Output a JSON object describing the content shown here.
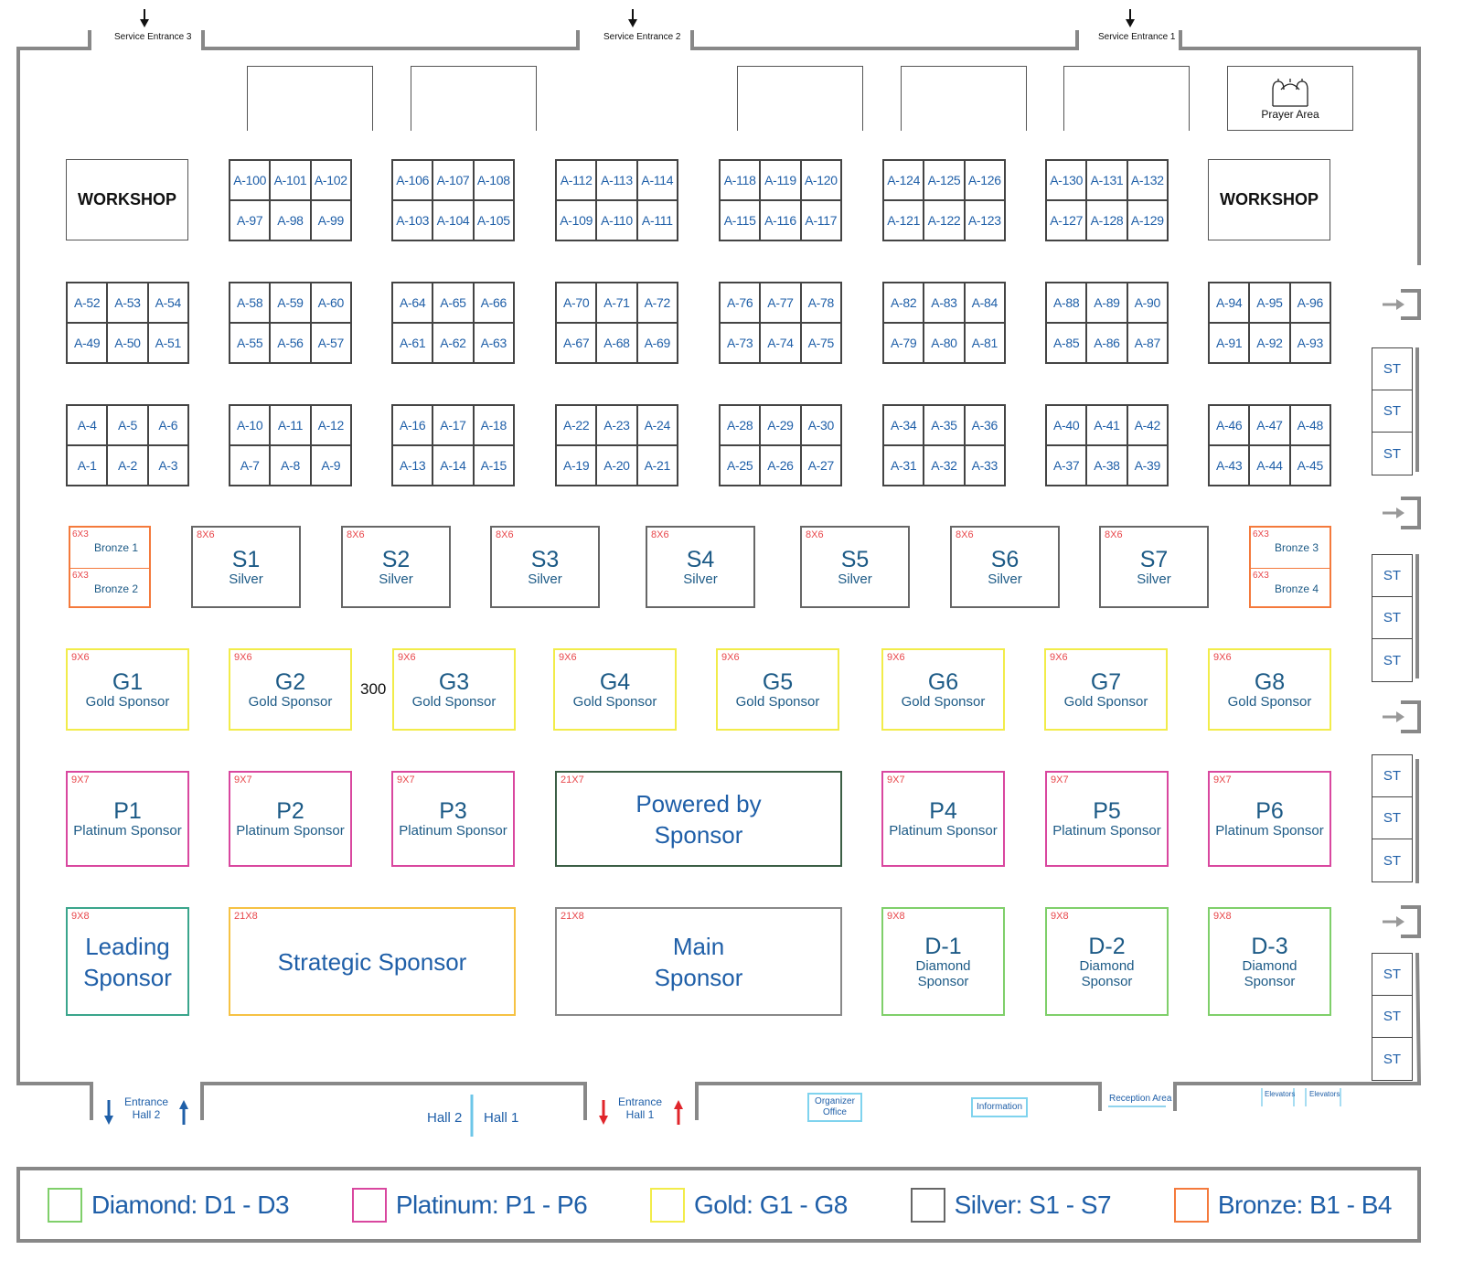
{
  "service_entrances": [
    "Service Entrance 3",
    "Service Entrance 2",
    "Service Entrance 1"
  ],
  "prayer_area": "Prayer Area",
  "workshop_label": "WORKSHOP",
  "booth_rows": [
    [
      null,
      [
        [
          "A-100",
          "A-101",
          "A-102"
        ],
        [
          "A-97",
          "A-98",
          "A-99"
        ]
      ],
      [
        [
          "A-106",
          "A-107",
          "A-108"
        ],
        [
          "A-103",
          "A-104",
          "A-105"
        ]
      ],
      [
        [
          "A-112",
          "A-113",
          "A-114"
        ],
        [
          "A-109",
          "A-110",
          "A-111"
        ]
      ],
      [
        [
          "A-118",
          "A-119",
          "A-120"
        ],
        [
          "A-115",
          "A-116",
          "A-117"
        ]
      ],
      [
        [
          "A-124",
          "A-125",
          "A-126"
        ],
        [
          "A-121",
          "A-122",
          "A-123"
        ]
      ],
      [
        [
          "A-130",
          "A-131",
          "A-132"
        ],
        [
          "A-127",
          "A-128",
          "A-129"
        ]
      ],
      null
    ],
    [
      [
        [
          "A-52",
          "A-53",
          "A-54"
        ],
        [
          "A-49",
          "A-50",
          "A-51"
        ]
      ],
      [
        [
          "A-58",
          "A-59",
          "A-60"
        ],
        [
          "A-55",
          "A-56",
          "A-57"
        ]
      ],
      [
        [
          "A-64",
          "A-65",
          "A-66"
        ],
        [
          "A-61",
          "A-62",
          "A-63"
        ]
      ],
      [
        [
          "A-70",
          "A-71",
          "A-72"
        ],
        [
          "A-67",
          "A-68",
          "A-69"
        ]
      ],
      [
        [
          "A-76",
          "A-77",
          "A-78"
        ],
        [
          "A-73",
          "A-74",
          "A-75"
        ]
      ],
      [
        [
          "A-82",
          "A-83",
          "A-84"
        ],
        [
          "A-79",
          "A-80",
          "A-81"
        ]
      ],
      [
        [
          "A-88",
          "A-89",
          "A-90"
        ],
        [
          "A-85",
          "A-86",
          "A-87"
        ]
      ],
      [
        [
          "A-94",
          "A-95",
          "A-96"
        ],
        [
          "A-91",
          "A-92",
          "A-93"
        ]
      ]
    ],
    [
      [
        [
          "A-4",
          "A-5",
          "A-6"
        ],
        [
          "A-1",
          "A-2",
          "A-3"
        ]
      ],
      [
        [
          "A-10",
          "A-11",
          "A-12"
        ],
        [
          "A-7",
          "A-8",
          "A-9"
        ]
      ],
      [
        [
          "A-16",
          "A-17",
          "A-18"
        ],
        [
          "A-13",
          "A-14",
          "A-15"
        ]
      ],
      [
        [
          "A-22",
          "A-23",
          "A-24"
        ],
        [
          "A-19",
          "A-20",
          "A-21"
        ]
      ],
      [
        [
          "A-28",
          "A-29",
          "A-30"
        ],
        [
          "A-25",
          "A-26",
          "A-27"
        ]
      ],
      [
        [
          "A-34",
          "A-35",
          "A-36"
        ],
        [
          "A-31",
          "A-32",
          "A-33"
        ]
      ],
      [
        [
          "A-40",
          "A-41",
          "A-42"
        ],
        [
          "A-37",
          "A-38",
          "A-39"
        ]
      ],
      [
        [
          "A-46",
          "A-47",
          "A-48"
        ],
        [
          "A-43",
          "A-44",
          "A-45"
        ]
      ]
    ]
  ],
  "bronze": [
    {
      "size": "6X3",
      "name": "Bronze 1"
    },
    {
      "size": "6X3",
      "name": "Bronze 2"
    },
    {
      "size": "6X3",
      "name": "Bronze 3"
    },
    {
      "size": "6X3",
      "name": "Bronze 4"
    }
  ],
  "silver": [
    {
      "size": "8X6",
      "code": "S1",
      "tier": "Silver"
    },
    {
      "size": "8X6",
      "code": "S2",
      "tier": "Silver"
    },
    {
      "size": "8X6",
      "code": "S3",
      "tier": "Silver"
    },
    {
      "size": "8X6",
      "code": "S4",
      "tier": "Silver"
    },
    {
      "size": "8X6",
      "code": "S5",
      "tier": "Silver"
    },
    {
      "size": "8X6",
      "code": "S6",
      "tier": "Silver"
    },
    {
      "size": "8X6",
      "code": "S7",
      "tier": "Silver"
    }
  ],
  "gold": [
    {
      "size": "9X6",
      "code": "G1",
      "tier": "Gold Sponsor"
    },
    {
      "size": "9X6",
      "code": "G2",
      "tier": "Gold Sponsor"
    },
    {
      "size": "9X6",
      "code": "G3",
      "tier": "Gold Sponsor"
    },
    {
      "size": "9X6",
      "code": "G4",
      "tier": "Gold Sponsor"
    },
    {
      "size": "9X6",
      "code": "G5",
      "tier": "Gold Sponsor"
    },
    {
      "size": "9X6",
      "code": "G6",
      "tier": "Gold Sponsor"
    },
    {
      "size": "9X6",
      "code": "G7",
      "tier": "Gold Sponsor"
    },
    {
      "size": "9X6",
      "code": "G8",
      "tier": "Gold Sponsor"
    }
  ],
  "gap_label": "300",
  "platinum": [
    {
      "size": "9X7",
      "code": "P1",
      "tier": "Platinum Sponsor"
    },
    {
      "size": "9X7",
      "code": "P2",
      "tier": "Platinum Sponsor"
    },
    {
      "size": "9X7",
      "code": "P3",
      "tier": "Platinum Sponsor"
    },
    {
      "size": "9X7",
      "code": "P4",
      "tier": "Platinum Sponsor"
    },
    {
      "size": "9X7",
      "code": "P5",
      "tier": "Platinum Sponsor"
    },
    {
      "size": "9X7",
      "code": "P6",
      "tier": "Platinum Sponsor"
    }
  ],
  "powered": {
    "size": "21X7",
    "line1": "Powered by",
    "line2": "Sponsor"
  },
  "leading": {
    "size": "9X8",
    "line1": "Leading",
    "line2": "Sponsor"
  },
  "strategic": {
    "size": "21X8",
    "label": "Strategic Sponsor"
  },
  "main": {
    "size": "21X8",
    "line1": "Main",
    "line2": "Sponsor"
  },
  "diamond": [
    {
      "size": "9X8",
      "code": "D-1",
      "tier1": "Diamond",
      "tier2": "Sponsor"
    },
    {
      "size": "9X8",
      "code": "D-2",
      "tier1": "Diamond",
      "tier2": "Sponsor"
    },
    {
      "size": "9X8",
      "code": "D-3",
      "tier1": "Diamond",
      "tier2": "Sponsor"
    }
  ],
  "st_label": "ST",
  "bottom": {
    "entrance_hall2": [
      "Entrance",
      "Hall 2"
    ],
    "entrance_hall1": [
      "Entrance",
      "Hall 1"
    ],
    "hall2": "Hall 2",
    "hall1": "Hall 1",
    "organizer": [
      "Organizer",
      "Office"
    ],
    "information": "Information",
    "reception": "Reception Area",
    "elevators": [
      "Elevators",
      "Elevators"
    ]
  },
  "legend": [
    {
      "label": "Diamond: D1 - D3",
      "color": "#7fcf6a"
    },
    {
      "label": "Platinum: P1 - P6",
      "color": "#d9479f"
    },
    {
      "label": "Gold: G1 - G8",
      "color": "#f2ec4a"
    },
    {
      "label": "Silver: S1 - S7",
      "color": "#666666"
    },
    {
      "label": "Bronze: B1 - B4",
      "color": "#f47a3c"
    }
  ]
}
